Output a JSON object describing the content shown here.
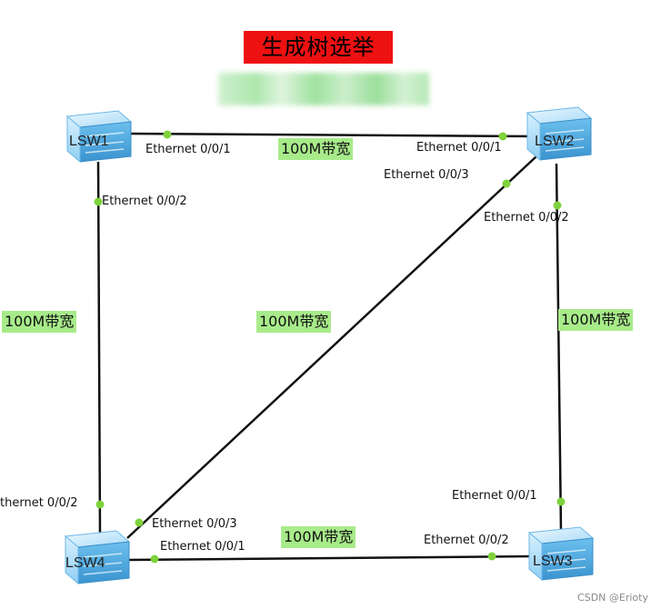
{
  "title": "生成树选举",
  "switches": {
    "lsw1": "LSW1",
    "lsw2": "LSW2",
    "lsw3": "LSW3",
    "lsw4": "LSW4"
  },
  "ports": {
    "lsw1_e001": "Ethernet 0/0/1",
    "lsw1_e002": "Ethernet 0/0/2",
    "lsw2_e001": "Ethernet 0/0/1",
    "lsw2_e003": "Ethernet 0/0/3",
    "lsw2_e002": "Ethernet 0/0/2",
    "lsw3_e001": "Ethernet 0/0/1",
    "lsw3_e002": "Ethernet 0/0/2",
    "lsw4_e002": "thernet 0/0/2",
    "lsw4_e003": "Ethernet 0/0/3",
    "lsw4_e001": "Ethernet 0/0/1"
  },
  "links": {
    "top": "100M带宽",
    "left": "100M带宽",
    "diagonal": "100M带宽",
    "right": "100M带宽",
    "bottom": "100M带宽"
  },
  "colors": {
    "link": "#111111",
    "port_dot": "#7ed23b",
    "title_bg": "#ee1111",
    "bandwidth_bg": "#a8eb8a",
    "switch_light": "#d6f0ff",
    "switch_mid": "#9fd3f5",
    "switch_dark": "#4fa9e0"
  },
  "watermark": "CSDN @Erioty"
}
